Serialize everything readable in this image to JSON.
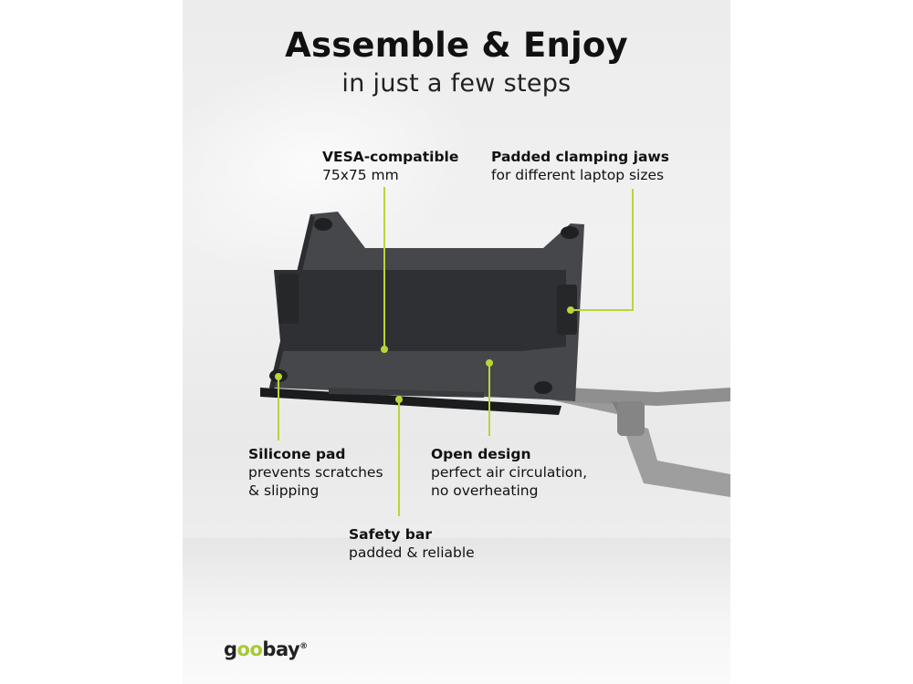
{
  "header": {
    "title": "Assemble & Enjoy",
    "subtitle": "in just a few steps"
  },
  "callouts": {
    "vesa": {
      "head": "VESA-compatible",
      "line1": "75x75 mm"
    },
    "jaws": {
      "head": "Padded clamping jaws",
      "line1": "for different laptop sizes"
    },
    "silicone": {
      "head": "Silicone pad",
      "line1": "prevents scratches",
      "line2": "& slipping"
    },
    "open": {
      "head": "Open design",
      "line1": "perfect air circulation,",
      "line2": "no overheating"
    },
    "safety": {
      "head": "Safety bar",
      "line1": "padded & reliable"
    }
  },
  "brand": {
    "prefix": "g",
    "middle": "oo",
    "suffix": "bay",
    "mark": "®",
    "accent_color": "#b7d63a"
  }
}
